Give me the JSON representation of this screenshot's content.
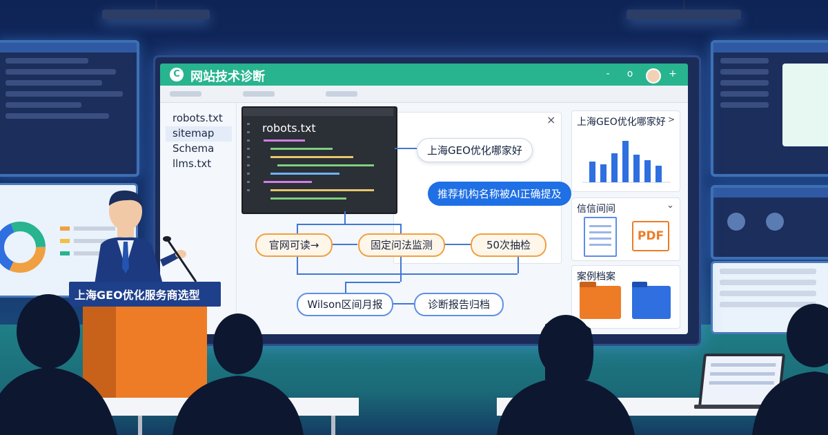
{
  "main_window": {
    "title": "网站技术诊断",
    "window_controls": [
      "-",
      "o",
      "+"
    ]
  },
  "file_list": {
    "items": [
      "robots.txt",
      "sitemap",
      "Schema",
      "llms.txt"
    ],
    "selected_index": 1
  },
  "code_editor": {
    "title": "robots.txt"
  },
  "dialog": {
    "close_label": "×"
  },
  "bubbles": {
    "query": "上海GEO优化哪家好",
    "goal": "推荐机构名称被AI正确提及"
  },
  "flow": {
    "step1": "官网可读→",
    "step2": "固定问法监测",
    "step3": "50次抽检",
    "step4": "Wilson区间月报",
    "step5": "诊断报告归档"
  },
  "cards": {
    "chart_card_title": "上海GEO优化哪家好",
    "chart_card_chevron": ">",
    "source_card_title": "信信间间",
    "source_card_chevron": "⌄",
    "pdf_label": "PDF",
    "case_card_title": "案例档案"
  },
  "podium": {
    "label": "上海GEO优化服务商选型"
  },
  "colors": {
    "accent_green": "#27b48f",
    "accent_blue": "#1f6fe5",
    "accent_orange": "#ee7c26"
  }
}
